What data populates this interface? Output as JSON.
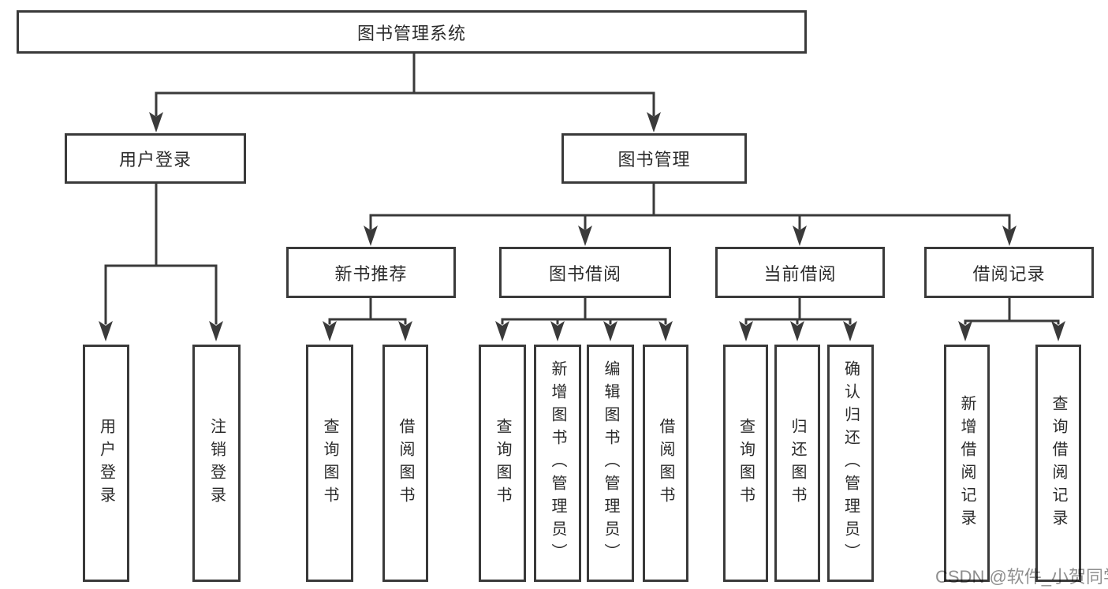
{
  "diagram": {
    "root": {
      "label": "图书管理系统"
    },
    "level2": [
      {
        "label": "用户登录"
      },
      {
        "label": "图书管理"
      }
    ],
    "level3": [
      {
        "label": "新书推荐"
      },
      {
        "label": "图书借阅"
      },
      {
        "label": "当前借阅"
      },
      {
        "label": "借阅记录"
      }
    ],
    "leaves": {
      "user_login": [
        "用户登录",
        "注销登录"
      ],
      "new_book": [
        "查询图书",
        "借阅图书"
      ],
      "book_borrow": [
        "查询图书",
        "新增图书（管理员）",
        "编辑图书（管理员）",
        "借阅图书"
      ],
      "current_borrow": [
        "查询图书",
        "归还图书",
        "确认归还（管理员）"
      ],
      "borrow_record": [
        "新增借阅记录",
        "查询借阅记录"
      ]
    }
  },
  "watermark": {
    "text": "CSDN @软件_小贺同学"
  },
  "colors": {
    "line": "#3a3a3a",
    "text": "#2b2b2b",
    "box_bg": "#ffffff",
    "watermark": "#8f8f8f"
  }
}
